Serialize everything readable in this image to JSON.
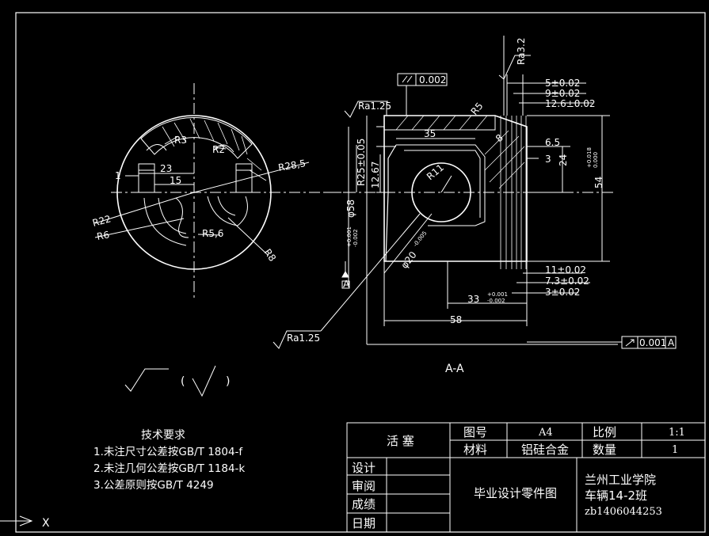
{
  "drawing": {
    "section_label": "A-A",
    "section_marker": "A",
    "axis_marker": "X",
    "front_view": {
      "dims": [
        "R3",
        "R2",
        "R28,5",
        "1",
        "23",
        "15",
        "R22",
        "R6",
        "R5,6",
        "R8"
      ]
    },
    "section_view": {
      "dims": {
        "ra32": "Ra3.2",
        "ra125_top": "Ra1.25",
        "ra125_low": "Ra1.25",
        "flat_tol": "0.002",
        "d5": "5±0.02",
        "d9": "9±0.02",
        "d126": "12.6±0.02",
        "d35": "35",
        "r5": "R5",
        "d8": "8",
        "d65": "6.5",
        "d3": "3",
        "d24": "24",
        "d54": "54",
        "tol54a": "+0.018",
        "tol54b": "0.000",
        "r25": "R25±0.05",
        "d1267": "12.67",
        "r11": "R11",
        "phi58": "φ58",
        "tol58a": "+0.001",
        "tol58b": "-0.002",
        "phi20": "φ20",
        "tol20": "-0.005",
        "d11": "11±0.02",
        "d73": "7.3±0.02",
        "d3b": "3±0.02",
        "d33": "33",
        "tol33a": "+0.001",
        "tol33b": "-0.002",
        "d58": "58",
        "runout": "0.001",
        "runout_ref": "A"
      }
    },
    "symbol_paren_open": "(",
    "symbol_paren_close": ")"
  },
  "notes": {
    "title": "技术要求",
    "items": [
      "1.未注尺寸公差按GB/T 1804-f",
      "2.未注几何公差按GB/T 1184-k",
      "3.公差原则按GB/T 4249"
    ]
  },
  "title_block": {
    "part_name": "活 塞",
    "drawing_no_label": "图号",
    "drawing_no": "A4",
    "scale_label": "比例",
    "scale": "1:1",
    "material_label": "材料",
    "material": "铝硅合金",
    "qty_label": "数量",
    "qty": "1",
    "row_labels": [
      "设计",
      "审阅",
      "成绩",
      "日期"
    ],
    "drawing_title": "毕业设计零件图",
    "school": "兰州工业学院",
    "class": "车辆14-2班",
    "student_id": "zb1406044253"
  }
}
